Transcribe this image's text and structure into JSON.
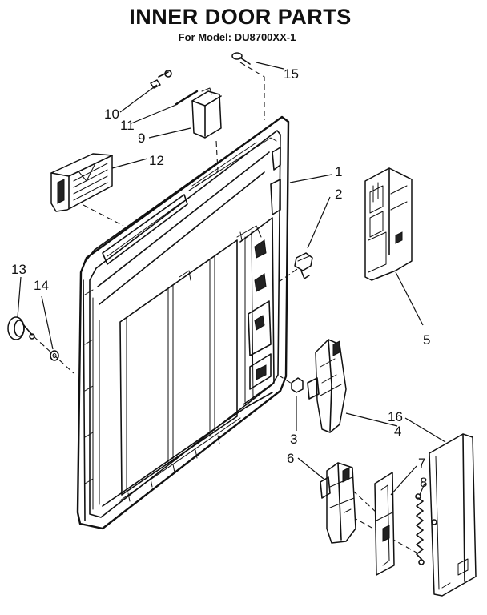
{
  "diagram": {
    "title": "INNER DOOR PARTS",
    "subtitle": "For Model: DU8700XX-1",
    "callouts": {
      "p1": "1",
      "p2": "2",
      "p3": "3",
      "p4": "4",
      "p5": "5",
      "p6": "6",
      "p7": "7",
      "p8": "8",
      "p9": "9",
      "p10": "10",
      "p11": "11",
      "p12": "12",
      "p13": "13",
      "p14": "14",
      "p15": "15",
      "p16": "16"
    }
  }
}
